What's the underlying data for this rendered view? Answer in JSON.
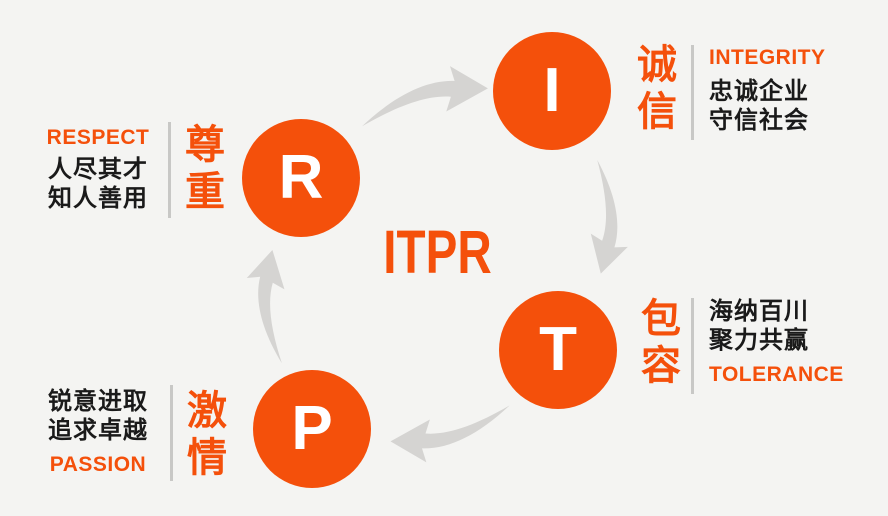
{
  "title": "ITPR",
  "colors": {
    "accent_orange": "#F4500B",
    "text_dark": "#1A1A1A",
    "arrow_gray": "#D5D4D2",
    "divider_gray": "#C8C8C6",
    "background": "#F4F4F2",
    "circle_letter": "#FFFFFF"
  },
  "nodes": {
    "integrity": {
      "letter": "I",
      "cn_vertical": "诚\n信",
      "en": "INTEGRITY",
      "desc1": "忠诚企业",
      "desc2": "守信社会"
    },
    "respect": {
      "letter": "R",
      "cn_vertical": "尊\n重",
      "en": "RESPECT",
      "desc1": "人尽其才",
      "desc2": "知人善用"
    },
    "tolerance": {
      "letter": "T",
      "cn_vertical": "包\n容",
      "en": "TOLERANCE",
      "desc1": "海纳百川",
      "desc2": "聚力共赢"
    },
    "passion": {
      "letter": "P",
      "cn_vertical": "激\n情",
      "en": "PASSION",
      "desc1": "锐意进取",
      "desc2": "追求卓越"
    }
  }
}
